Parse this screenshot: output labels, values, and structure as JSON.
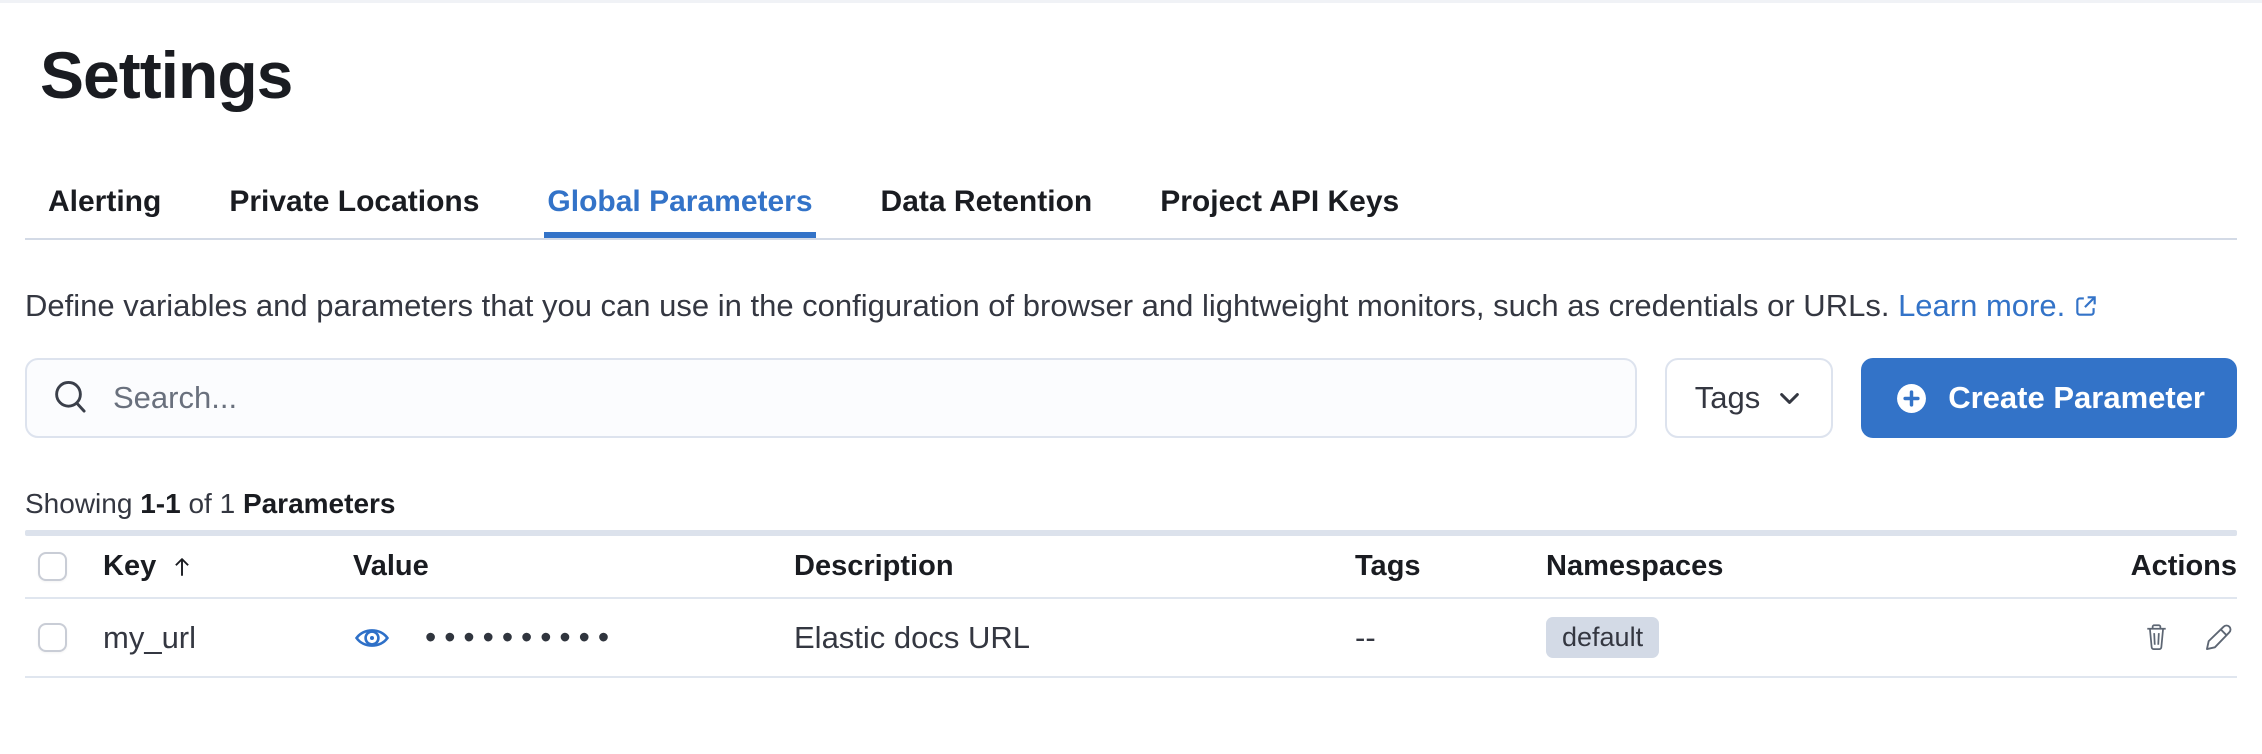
{
  "page": {
    "title": "Settings"
  },
  "tabs": [
    {
      "label": "Alerting",
      "active": false
    },
    {
      "label": "Private Locations",
      "active": false
    },
    {
      "label": "Global Parameters",
      "active": true
    },
    {
      "label": "Data Retention",
      "active": false
    },
    {
      "label": "Project API Keys",
      "active": false
    }
  ],
  "description": {
    "text": "Define variables and parameters that you can use in the configuration of browser and lightweight monitors, such as credentials or URLs.",
    "link_label": "Learn more."
  },
  "toolbar": {
    "search_placeholder": "Search...",
    "tags_filter_label": "Tags",
    "create_button_label": "Create Parameter"
  },
  "summary": {
    "prefix": "Showing",
    "range": "1-1",
    "middle": "of",
    "total": "1",
    "entity": "Parameters"
  },
  "table": {
    "columns": {
      "key": "Key",
      "value": "Value",
      "description": "Description",
      "tags": "Tags",
      "namespaces": "Namespaces",
      "actions": "Actions"
    },
    "sort": {
      "column": "Key",
      "direction": "ascending"
    },
    "rows": [
      {
        "key": "my_url",
        "value_masked": "••••••••••",
        "description": "Elastic docs URL",
        "tags": "--",
        "namespace_badge": "default"
      }
    ]
  },
  "icons": {
    "search": "magnifier",
    "tags_dropdown": "chevron-down",
    "create": "plus-in-circle",
    "learn_more": "external-link",
    "value_hidden": "eye",
    "sort": "arrow-up",
    "delete": "trash",
    "edit": "pencil"
  },
  "colors": {
    "accent_blue": "#3373c8",
    "divider": "#d3dae6",
    "table_border": "#e0e6ef",
    "badge_bg": "#d3dae6",
    "text_dark": "#1a1c21",
    "text_body": "#343741",
    "text_subdued": "#69707d"
  }
}
